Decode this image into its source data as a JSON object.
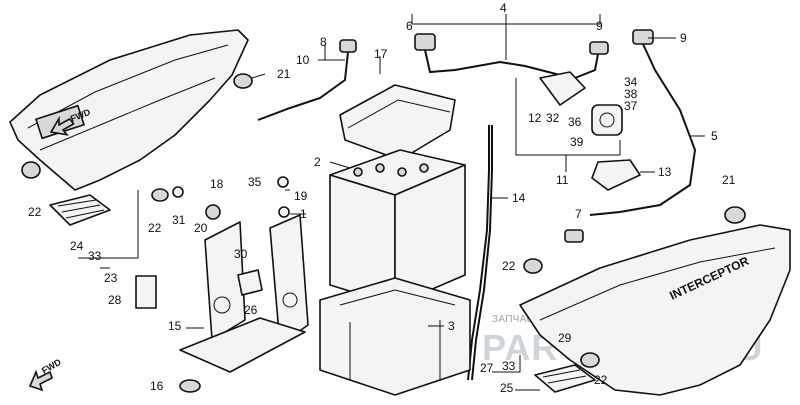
{
  "callouts": {
    "c1": "1",
    "c2": "2",
    "c3": "3",
    "c4": "4",
    "c5": "5",
    "c6": "6",
    "c7": "7",
    "c8": "8",
    "c9a": "9",
    "c9b": "9",
    "c10": "10",
    "c11": "11",
    "c12": "12",
    "c13": "13",
    "c14": "14",
    "c15": "15",
    "c16": "16",
    "c17": "17",
    "c18": "18",
    "c19": "19",
    "c20": "20",
    "c21a": "21",
    "c21b": "21",
    "c22a": "22",
    "c22b": "22",
    "c22c": "22",
    "c22d": "22",
    "c23": "23",
    "c24": "24",
    "c25": "25",
    "c26": "26",
    "c27": "27",
    "c28": "28",
    "c29": "29",
    "c30": "30",
    "c31": "31",
    "c32": "32",
    "c33a": "33",
    "c33b": "33",
    "c34": "34",
    "c35": "35",
    "c36": "36",
    "c37": "37",
    "c38": "38",
    "c39": "39"
  },
  "fwd_label": "FWD",
  "side_cover_badge": "INTERCEPTOR",
  "watermark": {
    "line1": "ЗАПЧАСТИ И АКСЕССУАРЫ ДЛЯ МОТОТЕХНИКИ",
    "line2": "PARTS-FOR.RU"
  },
  "icons": {
    "fwd_arrow": "fwd-arrow-icon"
  }
}
